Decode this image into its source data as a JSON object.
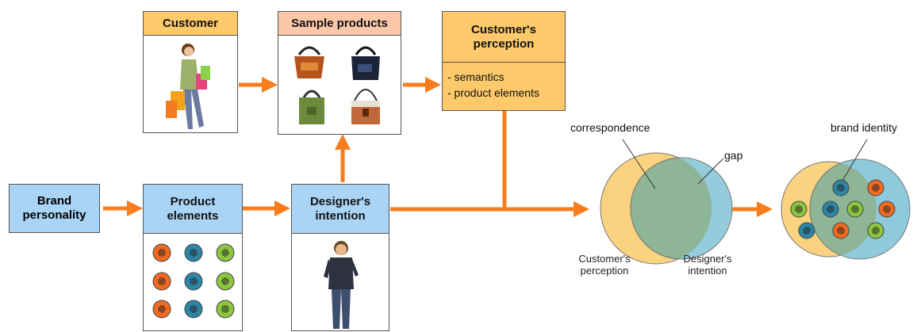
{
  "boxes": {
    "customer": "Customer",
    "sample_products": "Sample products",
    "customer_perception_title": "Customer's perception",
    "customer_perception_items": [
      "- semantics",
      "- product elements"
    ],
    "brand_personality": "Brand personality",
    "product_elements": "Product elements",
    "designers_intention": "Designer's intention"
  },
  "venn": {
    "correspondence": "correspondence",
    "gap": "gap",
    "left_label": "Customer's perception",
    "right_label": "Designer's intention",
    "brand_identity": "brand identity"
  },
  "colors": {
    "arrow": "#f97d1c",
    "blue_box": "#aad4f5",
    "yellow_box": "#fdc96a",
    "peach_box": "#fcc7a8",
    "venn_left": "#fbd27f",
    "venn_right": "#8ec9dc",
    "venn_overlap": "#8fb597",
    "dot_orange": "#f26a22",
    "dot_blue": "#2d86a6",
    "dot_green": "#8cc63f"
  },
  "icons": [
    "shopping-woman-photo",
    "handbag-photo",
    "standing-man-photo"
  ]
}
